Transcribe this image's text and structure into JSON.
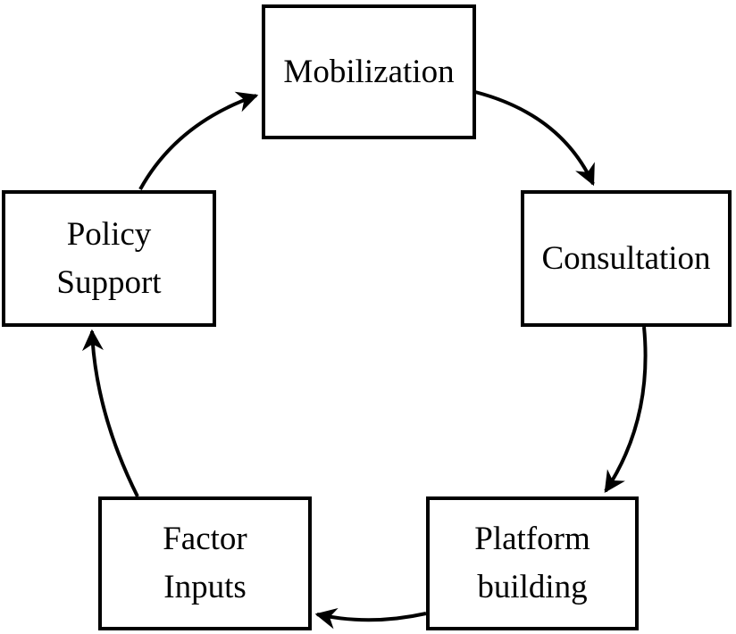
{
  "diagram": {
    "type": "cycle-flowchart",
    "background_color": "#ffffff",
    "line_color": "#000000",
    "box_fill_color": "#ffffff",
    "nodes": [
      {
        "id": "mobilization",
        "label": "Mobilization"
      },
      {
        "id": "consultation",
        "label": "Consultation"
      },
      {
        "id": "platform-building",
        "label": "Platform\nbuilding"
      },
      {
        "id": "factor-inputs",
        "label": "Factor\nInputs"
      },
      {
        "id": "policy-support",
        "label": "Policy\nSupport"
      }
    ],
    "edges": [
      {
        "from": "policy-support",
        "to": "mobilization"
      },
      {
        "from": "mobilization",
        "to": "consultation"
      },
      {
        "from": "consultation",
        "to": "platform-building"
      },
      {
        "from": "platform-building",
        "to": "factor-inputs"
      },
      {
        "from": "factor-inputs",
        "to": "policy-support"
      }
    ],
    "flow_direction": "clockwise"
  }
}
